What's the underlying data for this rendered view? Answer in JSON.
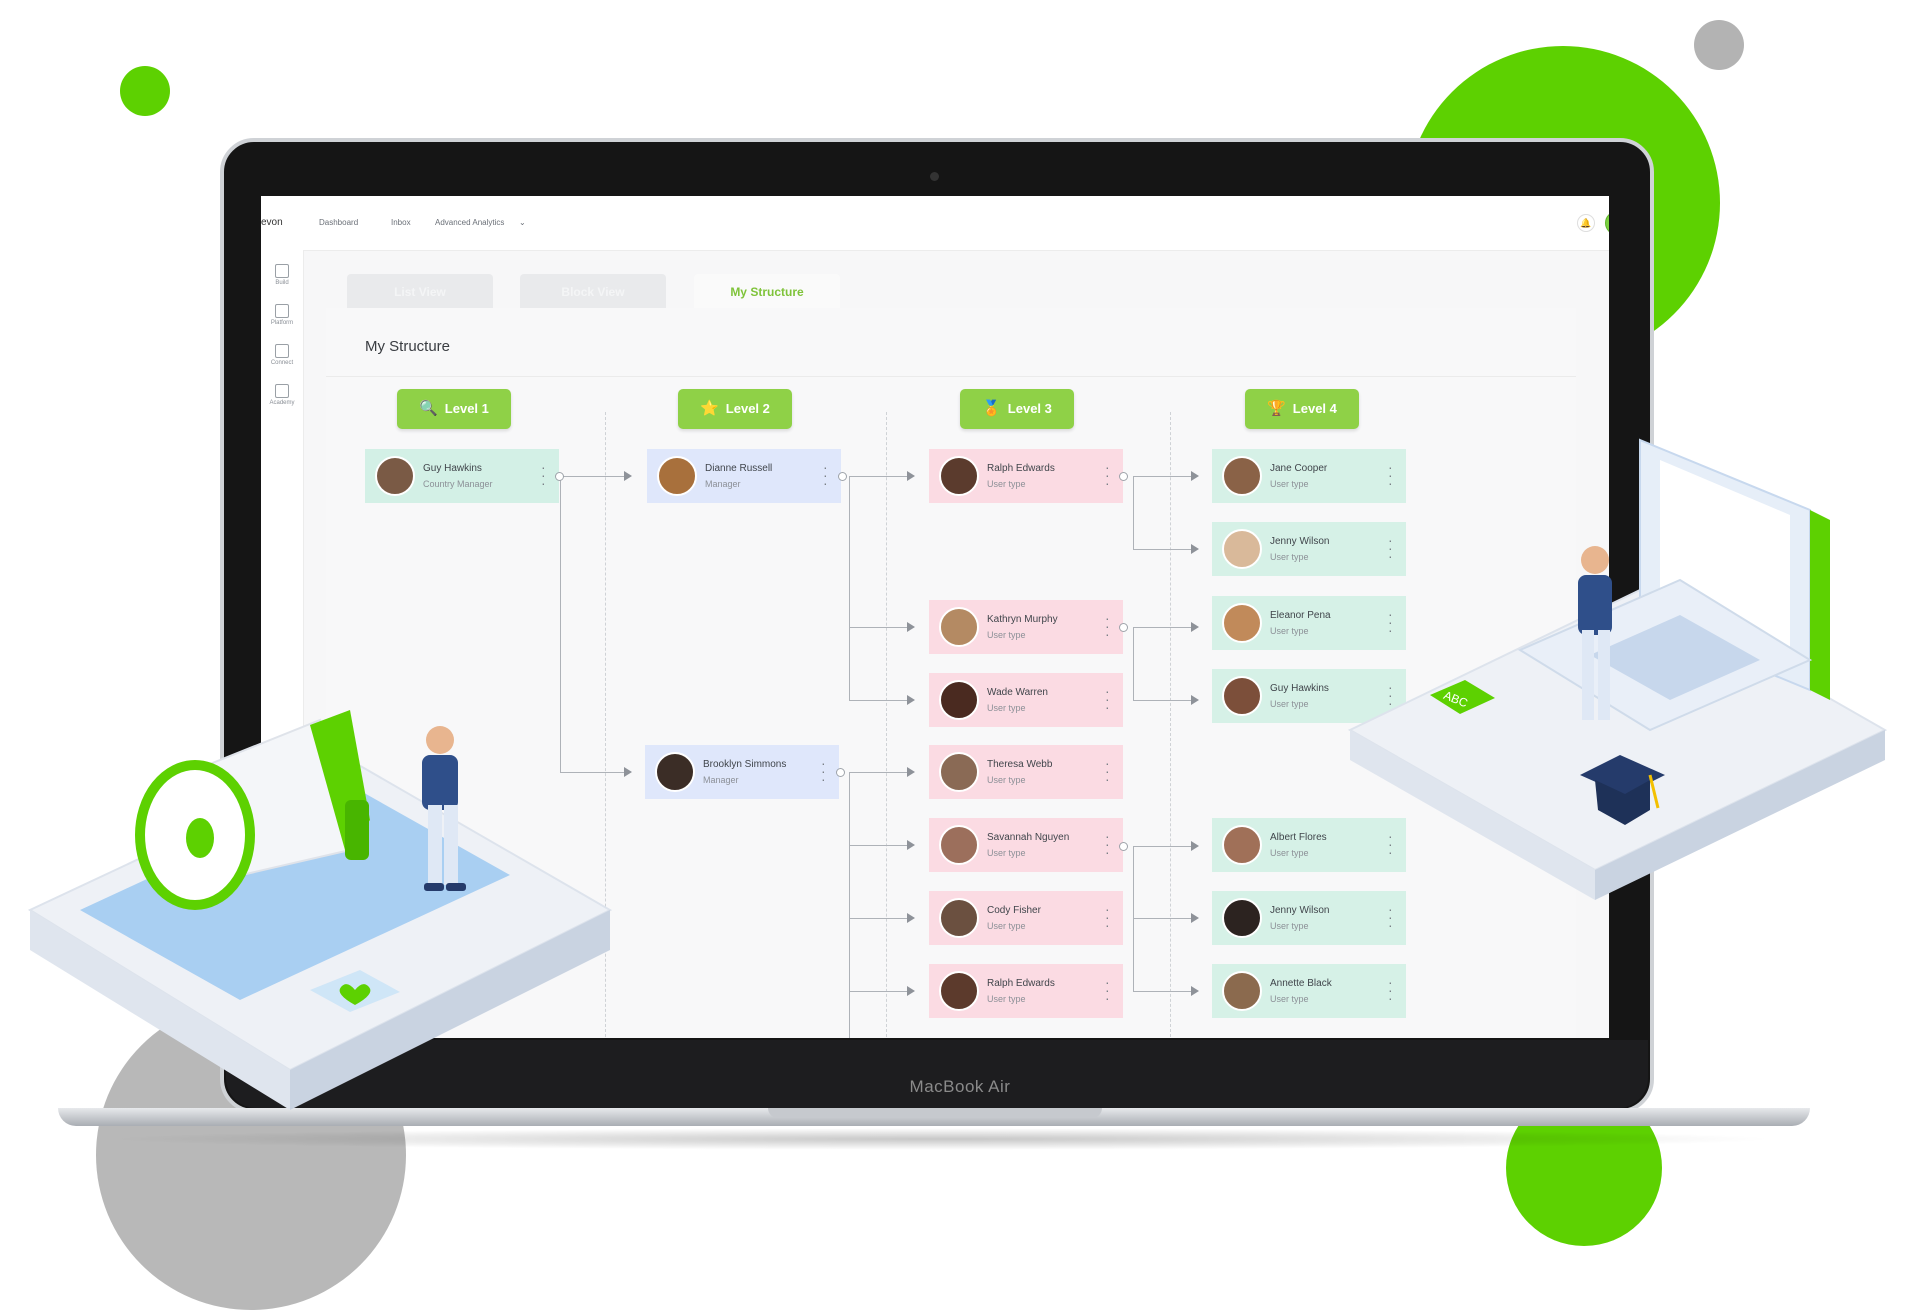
{
  "colors": {
    "accent_green": "#5dd101",
    "grey_circle": "#b5b5b5",
    "level_green": "#8fd147",
    "level1_card": "#d3f0e6",
    "level2_card": "#dfe7fb",
    "level3_card": "#fbdbe3",
    "level4_card": "#d6f1e7"
  },
  "app": {
    "logo": "evon",
    "sidebar": [
      {
        "label": "Build"
      },
      {
        "label": "Platform"
      },
      {
        "label": "Connect"
      },
      {
        "label": "Academy"
      }
    ]
  },
  "nav": {
    "items": [
      "Dashboard",
      "Inbox",
      "Advanced Analytics"
    ],
    "chevron_icon": "chevron-down-icon",
    "bell_icon": "bell-icon"
  },
  "tabs": [
    {
      "label": "List View",
      "active": false
    },
    {
      "label": "Block View",
      "active": false
    },
    {
      "label": "My Structure",
      "active": true
    }
  ],
  "panel": {
    "title": "My Structure"
  },
  "levels": [
    {
      "label": "Level 1",
      "icon": "magnifier-icon"
    },
    {
      "label": "Level 2",
      "icon": "star-icon"
    },
    {
      "label": "Level 3",
      "icon": "medal-icon"
    },
    {
      "label": "Level 4",
      "icon": "trophy-icon"
    }
  ],
  "level1": [
    {
      "name": "Guy Hawkins",
      "role": "Country Manager"
    }
  ],
  "level2": [
    {
      "name": "Dianne Russell",
      "role": "Manager"
    },
    {
      "name": "Brooklyn Simmons",
      "role": "Manager"
    }
  ],
  "level3": [
    {
      "name": "Ralph Edwards",
      "role": "User type"
    },
    {
      "name": "Kathryn Murphy",
      "role": "User type"
    },
    {
      "name": "Wade Warren",
      "role": "User type"
    },
    {
      "name": "Theresa Webb",
      "role": "User type"
    },
    {
      "name": "Savannah Nguyen",
      "role": "User type"
    },
    {
      "name": "Cody Fisher",
      "role": "User type"
    },
    {
      "name": "Ralph Edwards",
      "role": "User type"
    }
  ],
  "level4": [
    {
      "name": "Jane Cooper",
      "role": "User type"
    },
    {
      "name": "Jenny Wilson",
      "role": "User type"
    },
    {
      "name": "Eleanor Pena",
      "role": "User type"
    },
    {
      "name": "Guy Hawkins",
      "role": "User type"
    },
    {
      "name": "Albert Flores",
      "role": "User type"
    },
    {
      "name": "Jenny Wilson",
      "role": "User type"
    },
    {
      "name": "Annette Black",
      "role": "User type"
    }
  ],
  "device": {
    "brand": "MacBook Air"
  },
  "decor": {
    "abc_badge": "ABC",
    "heart_icon": "heart-icon",
    "megaphone_icon": "megaphone-icon",
    "graduation_cap_icon": "graduation-cap-icon"
  }
}
